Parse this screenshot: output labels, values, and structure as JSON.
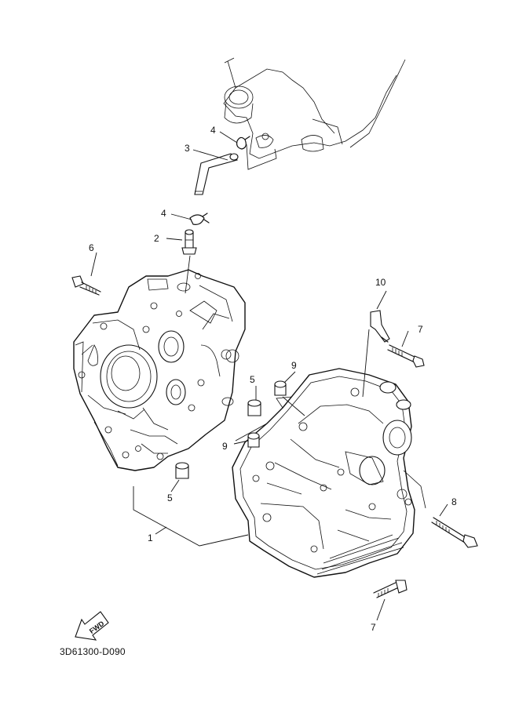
{
  "diagram": {
    "drawing_code": "3D61300-D090",
    "fwd_label": "FWD",
    "callouts": [
      {
        "id": "callout-1",
        "text": "1"
      },
      {
        "id": "callout-2",
        "text": "2"
      },
      {
        "id": "callout-3",
        "text": "3"
      },
      {
        "id": "callout-4a",
        "text": "4"
      },
      {
        "id": "callout-4b",
        "text": "4"
      },
      {
        "id": "callout-5a",
        "text": "5"
      },
      {
        "id": "callout-5b",
        "text": "5"
      },
      {
        "id": "callout-6",
        "text": "6"
      },
      {
        "id": "callout-7a",
        "text": "7"
      },
      {
        "id": "callout-7b",
        "text": "7"
      },
      {
        "id": "callout-8",
        "text": "8"
      },
      {
        "id": "callout-9a",
        "text": "9"
      },
      {
        "id": "callout-9b",
        "text": "9"
      },
      {
        "id": "callout-10",
        "text": "10"
      }
    ]
  }
}
